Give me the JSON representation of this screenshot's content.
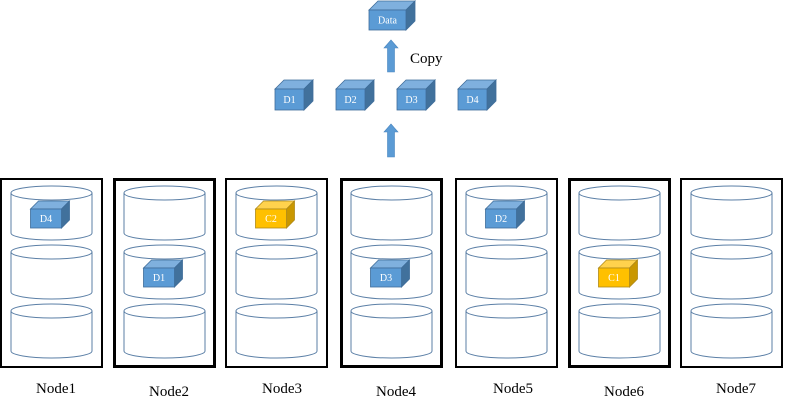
{
  "diagram": {
    "top_block": {
      "label": "Data",
      "color": "blue"
    },
    "copy_label": "Copy",
    "fragments": [
      {
        "label": "D1",
        "color": "blue"
      },
      {
        "label": "D2",
        "color": "blue"
      },
      {
        "label": "D3",
        "color": "blue"
      },
      {
        "label": "D4",
        "color": "blue"
      }
    ],
    "nodes": [
      {
        "label": "Node1",
        "thick": false,
        "disks": [
          {
            "block": "D4",
            "color": "blue"
          },
          null,
          null
        ]
      },
      {
        "label": "Node2",
        "thick": true,
        "disks": [
          null,
          {
            "block": "D1",
            "color": "blue"
          },
          null
        ]
      },
      {
        "label": "Node3",
        "thick": false,
        "disks": [
          {
            "block": "C2",
            "color": "yellow"
          },
          null,
          null
        ]
      },
      {
        "label": "Node4",
        "thick": true,
        "disks": [
          null,
          {
            "block": "D3",
            "color": "blue"
          },
          null
        ]
      },
      {
        "label": "Node5",
        "thick": false,
        "disks": [
          {
            "block": "D2",
            "color": "blue"
          },
          null,
          null
        ]
      },
      {
        "label": "Node6",
        "thick": true,
        "disks": [
          null,
          {
            "block": "C1",
            "color": "yellow"
          },
          null
        ]
      },
      {
        "label": "Node7",
        "thick": false,
        "disks": [
          null,
          null,
          null
        ]
      }
    ],
    "colors": {
      "blue_front": "#5b9bd5",
      "blue_top": "#7fb0de",
      "blue_side": "#41719c",
      "yellow_front": "#ffc000",
      "yellow_top": "#ffd24d",
      "yellow_side": "#c99700",
      "disk_stroke": "#5b7fa6",
      "arrow": "#5b9bd5"
    }
  }
}
